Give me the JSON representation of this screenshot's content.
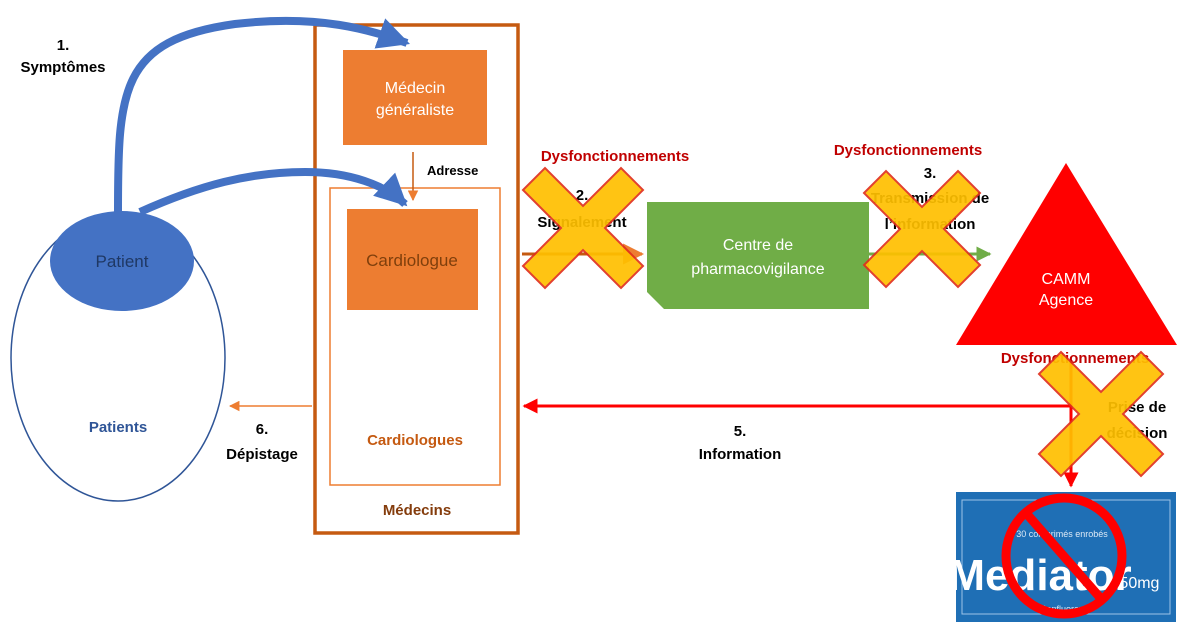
{
  "steps": {
    "symptomes": {
      "num": "1.",
      "label": "Symptômes"
    },
    "signalement": {
      "num": "2.",
      "label": "Signalement"
    },
    "transmission": {
      "num": "3.",
      "line1": "Transmission de",
      "line2": "l’information"
    },
    "decision": {
      "line1": "Prise de",
      "line2": "décision"
    },
    "information": {
      "num": "5.",
      "label": "Information"
    },
    "depistage": {
      "num": "6.",
      "label": "Dépistage"
    },
    "adresse": "Adresse"
  },
  "nodes": {
    "patient": "Patient",
    "patients_group": "Patients",
    "medecin_line1": "Médecin",
    "medecin_line2": "généraliste",
    "cardiologue": "Cardiologue",
    "cardiologues_group": "Cardiologues",
    "medecins_group": "Médecins",
    "centre_line1": "Centre de",
    "centre_line2": "pharmacovigilance",
    "camm": "CAMM",
    "agence": "Agence"
  },
  "dysfunctions": [
    "Dysfonctionnements",
    "Dysfonctionnements",
    "Dysfonctionnements"
  ],
  "mediator_box": {
    "top_text": "30 comprimés enrobés",
    "brand": "Mediator",
    "dose": "150mg",
    "bottom_text": "Benfluorex"
  },
  "colors": {
    "blue": "#4472C4",
    "orange": "#ED7D31",
    "brown": "#C55A11",
    "green": "#70AD47",
    "red": "#FF0000",
    "dark_red": "#C00000",
    "cross_fill": "#FFC000",
    "cross_stroke": "#E0301E",
    "patients_text": "#2F5597",
    "medecins_text": "#843C0C",
    "mediator_blue": "#1F6FB5"
  }
}
